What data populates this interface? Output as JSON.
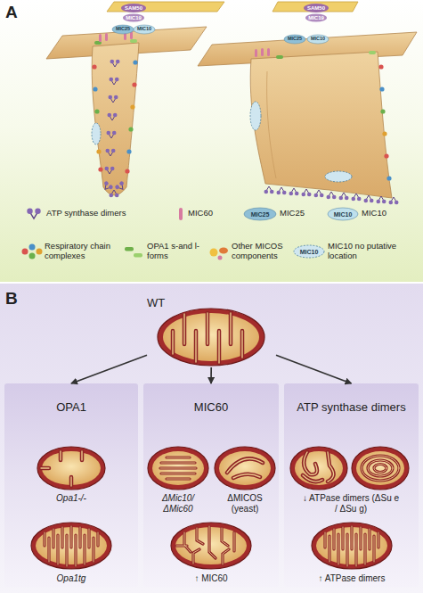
{
  "diagram": {
    "nodes": [
      {
        "text": [
          "A"
        ]
      },
      {
        "text": [
          "B"
        ]
      },
      {
        "text": [
          "WT"
        ],
        "in": 1
      },
      {
        "text": [
          "OPA1"
        ],
        "in": 1
      },
      {
        "text": [
          "MIC60"
        ],
        "in": 1
      },
      {
        "text": [
          "ATP synthase dimers"
        ],
        "in": 1
      }
    ],
    "edges": [
      {
        "from": 2,
        "to": 3,
        "arrow": "to"
      },
      {
        "from": 2,
        "to": 4,
        "arrow": "to"
      },
      {
        "from": 2,
        "to": 5,
        "arrow": "to"
      }
    ],
    "labels": [
      "SAM50",
      "MIC19",
      "MIC25",
      "MIC10",
      "SAM50",
      "MIC19",
      "MIC25",
      "MIC10",
      "MIC25",
      "MIC10",
      "MIC10",
      "Opa1-/-",
      "Opa1tg",
      "ΔMic10/ ΔMic60",
      "ΔMICOS (yeast)",
      "↑ MIC60",
      "↓ ATPase dimers (ΔSu e / ΔSu g)",
      "↑ ATPase dimers"
    ],
    "legend": [
      {
        "text": "ATP synthase dimers"
      },
      {
        "text": "MIC60"
      },
      {
        "text": "MIC25"
      },
      {
        "text": "MIC10"
      },
      {
        "text": "Respiratory chain complexes"
      },
      {
        "text": "OPA1 s-and l-forms"
      },
      {
        "text": "Other MICOS components"
      },
      {
        "text": "MIC10 no putative location"
      }
    ]
  }
}
